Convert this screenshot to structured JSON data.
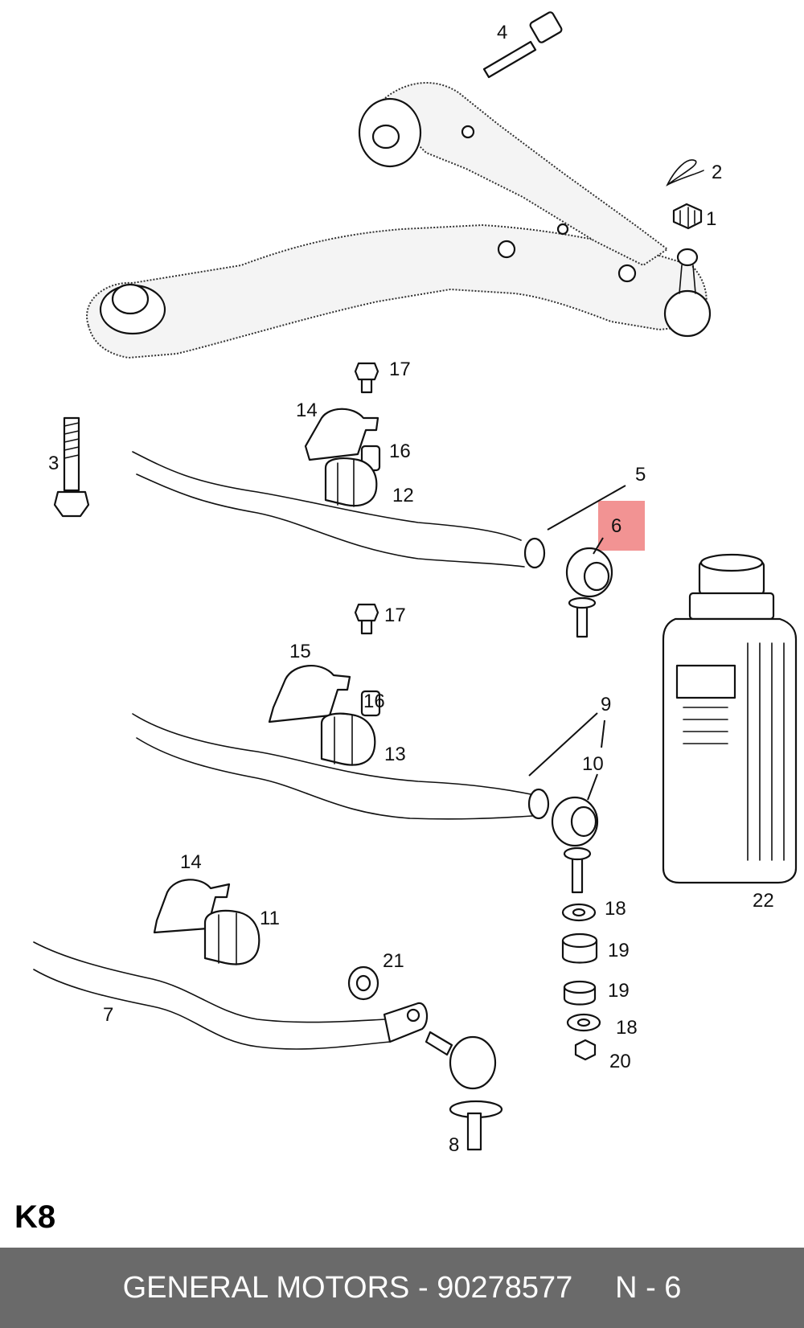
{
  "diagram": {
    "code": "K8",
    "highlight_color": "#f08080",
    "callouts": [
      "1",
      "2",
      "3",
      "4",
      "5",
      "6",
      "7",
      "8",
      "9",
      "10",
      "11",
      "12",
      "13",
      "14",
      "14",
      "15",
      "16",
      "16",
      "17",
      "17",
      "18",
      "18",
      "19",
      "19",
      "20",
      "21",
      "22"
    ]
  },
  "footer": {
    "manufacturer": "GENERAL MOTORS",
    "separator": "-",
    "part_number": "90278577",
    "position": "N - 6",
    "background": "#6a6a6a"
  }
}
